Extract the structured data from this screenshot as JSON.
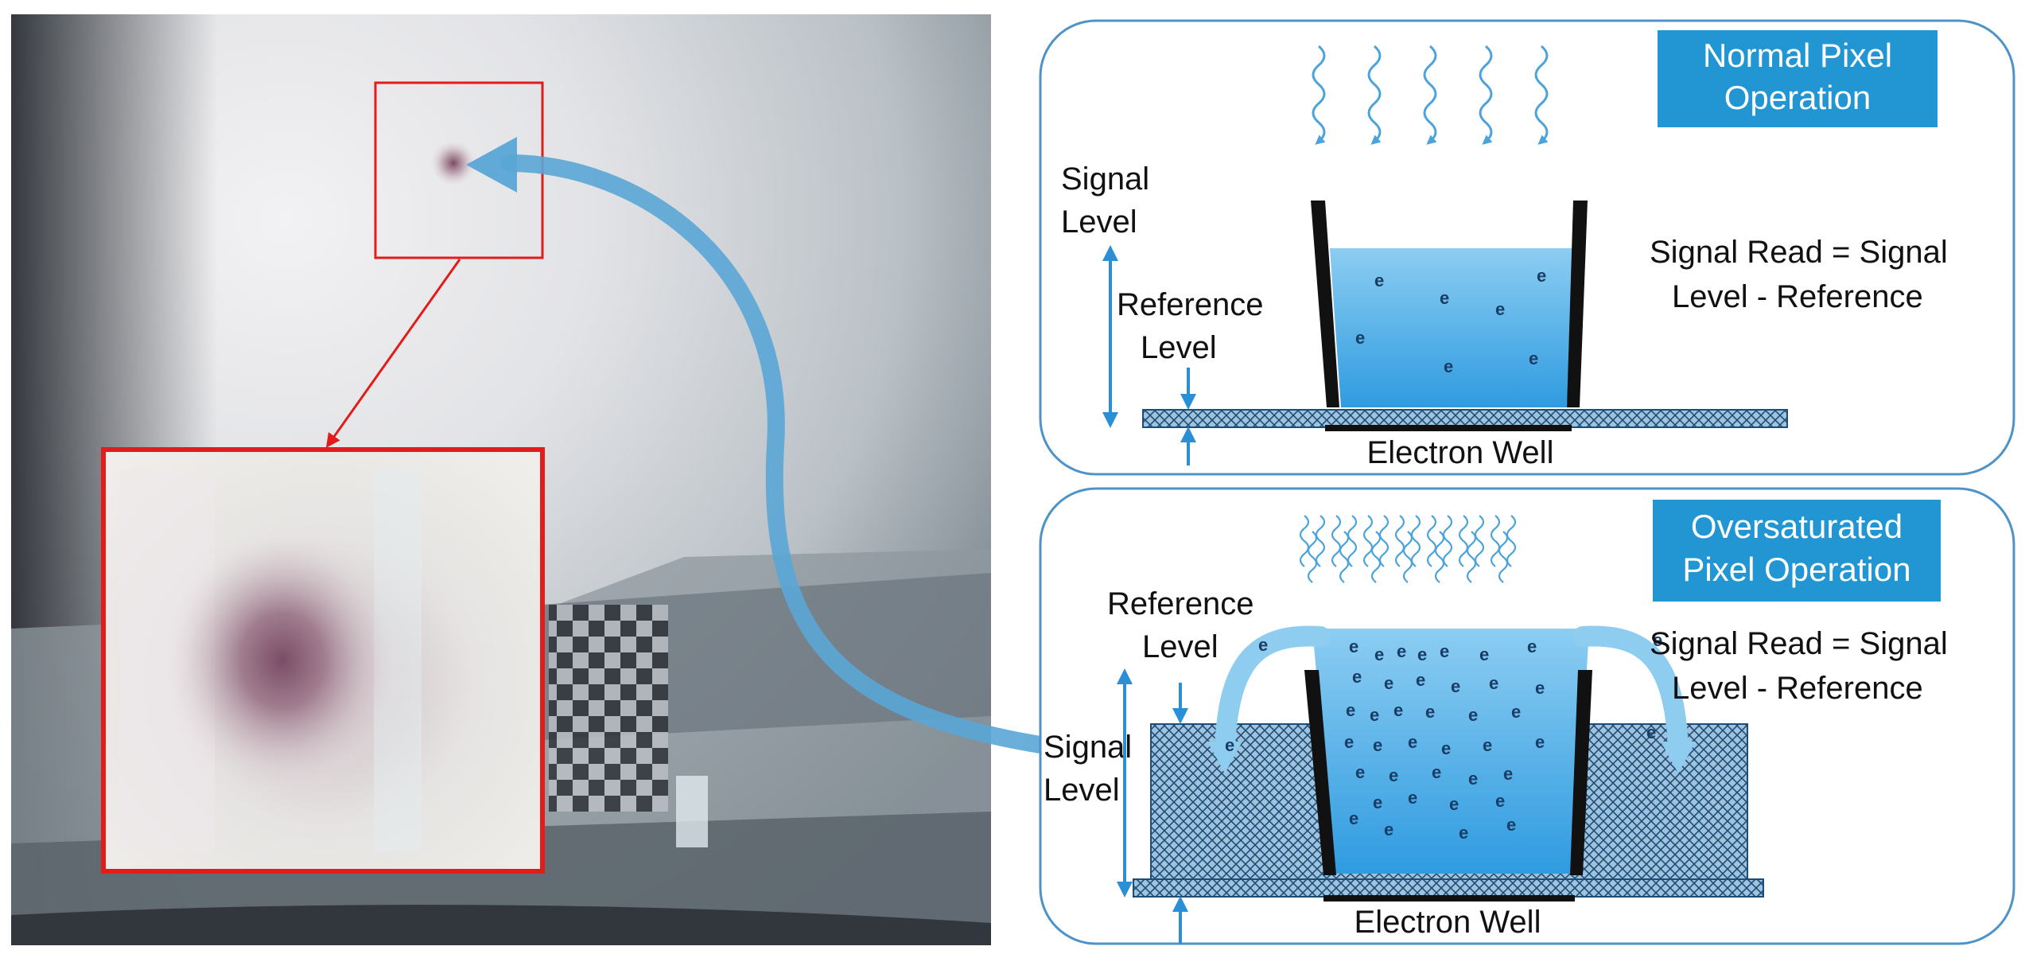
{
  "normal": {
    "title_line1": "Normal Pixel",
    "title_line2": "Operation",
    "signal_level_line1": "Signal",
    "signal_level_line2": "Level",
    "reference_level_line1": "Reference",
    "reference_level_line2": "Level",
    "formula_line1": "Signal Read = Signal",
    "formula_line2": "Level - Reference",
    "electron_well": "Electron Well",
    "electron_label": "e"
  },
  "oversaturated": {
    "title_line1": "Oversaturated",
    "title_line2": "Pixel Operation",
    "reference_level_line1": "Reference",
    "reference_level_line2": "Level",
    "signal_level_line1": "Signal",
    "signal_level_line2": "Level",
    "formula_line1": "Signal Read = Signal",
    "formula_line2": "Level - Reference",
    "electron_well": "Electron Well",
    "electron_label": "e"
  },
  "colors": {
    "title_box": "#2196d3",
    "arrow": "#5aa6d6",
    "water": "#3fa6e3",
    "highlight_box": "#e21b1b",
    "photon": "#4aa3db"
  },
  "icons": {
    "photon": "wavy-photon-icon",
    "electron": "electron-icon"
  }
}
